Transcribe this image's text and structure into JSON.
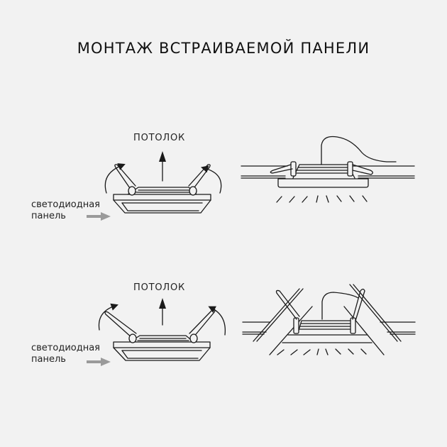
{
  "title": "МОНТАЖ ВСТРАИВАЕМОЙ ПАНЕЛИ",
  "steps": [
    {
      "ceiling_label": "ПОТОЛОК",
      "panel_label_line1": "светодиодная",
      "panel_label_line2": "панель"
    },
    {
      "ceiling_label": "ПОТОЛОК",
      "panel_label_line1": "светодиодная",
      "panel_label_line2": "панель"
    }
  ],
  "colors": {
    "background": "#f2f2f2",
    "line": "#1a1a1a",
    "arrow_gray": "#9a9a9a"
  }
}
